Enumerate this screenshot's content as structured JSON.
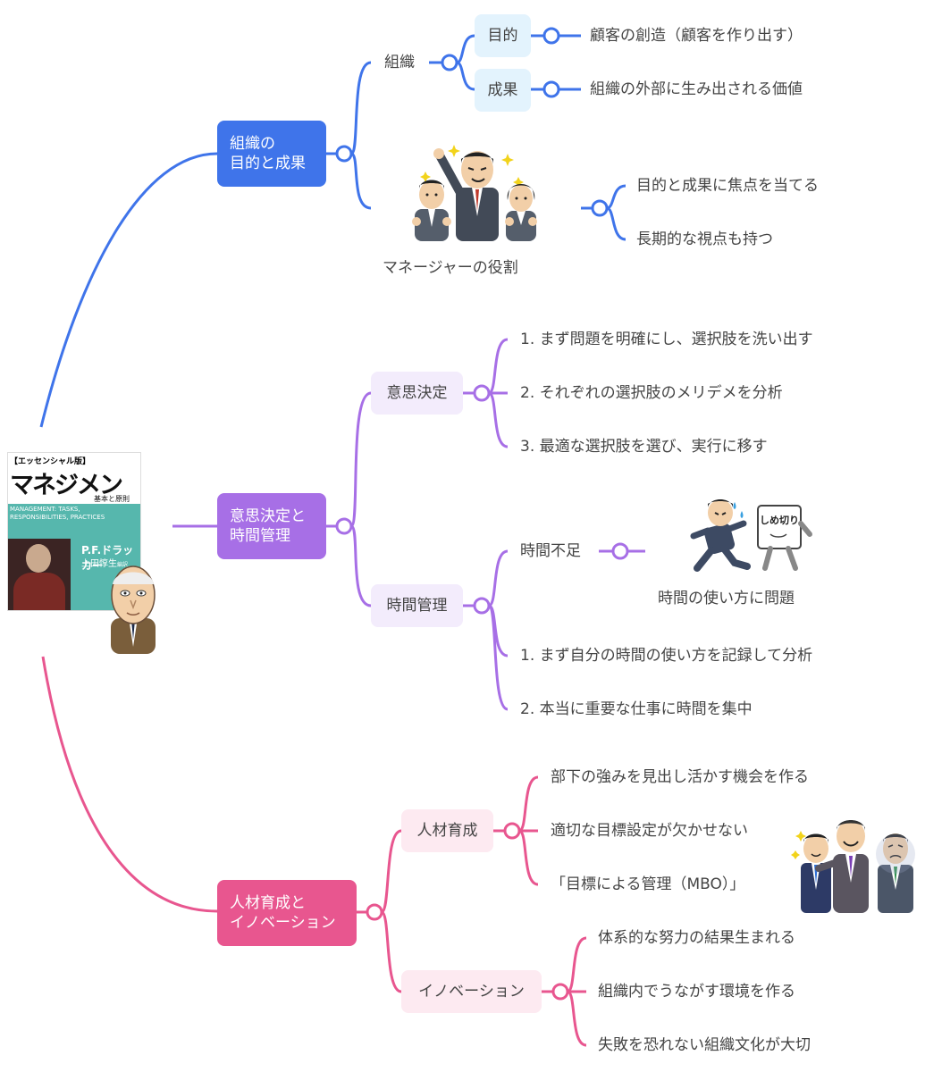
{
  "book": {
    "series": "【エッセンシャル版】",
    "title": "マネジメント",
    "subtitle": "基本と原則",
    "english": "MANAGEMENT: TASKS, RESPONSIBILITIES, PRACTICES",
    "author": "P.F.ドラッカー",
    "translator": "上田惇生",
    "translator_suffix": "編訳"
  },
  "colors": {
    "blue": "#3f74ea",
    "purple": "#a76fe6",
    "pink": "#e8568f"
  },
  "branches": {
    "org": {
      "title": "組織の\n目的と成果",
      "sub_org": "組織",
      "purpose": "目的",
      "purpose_detail": "顧客の創造（顧客を作り出す）",
      "result": "成果",
      "result_detail": "組織の外部に生み出される価値",
      "manager_role": "マネージャーの役割",
      "manager_point1": "目的と成果に焦点を当てる",
      "manager_point2": "長期的な視点も持つ"
    },
    "decision": {
      "title": "意思決定と\n時間管理",
      "decision": "意思決定",
      "step1": "1. まず問題を明確にし、選択肢を洗い出す",
      "step2": "2. それぞれの選択肢のメリデメを分析",
      "step3": "3. 最適な選択肢を選び、実行に移す",
      "time": "時間管理",
      "shortage": "時間不足",
      "deadline_sign": "しめ切り",
      "usage_problem": "時間の使い方に問題",
      "time_step1": "1. まず自分の時間の使い方を記録して分析",
      "time_step2": "2. 本当に重要な仕事に時間を集中"
    },
    "people": {
      "title": "人材育成と\nイノベーション",
      "hr": "人材育成",
      "hr1": "部下の強みを見出し活かす機会を作る",
      "hr2": "適切な目標設定が欠かせない",
      "hr3": "「目標による管理（MBO）」",
      "innovation": "イノベーション",
      "inno1": "体系的な努力の結果生まれる",
      "inno2": "組織内でうながす環境を作る",
      "inno3": "失敗を恐れない組織文化が大切"
    }
  },
  "icons": [
    "book-cover-image",
    "drucker-portrait-icon",
    "manager-team-icon",
    "running-deadline-icon",
    "coaching-team-icon"
  ]
}
